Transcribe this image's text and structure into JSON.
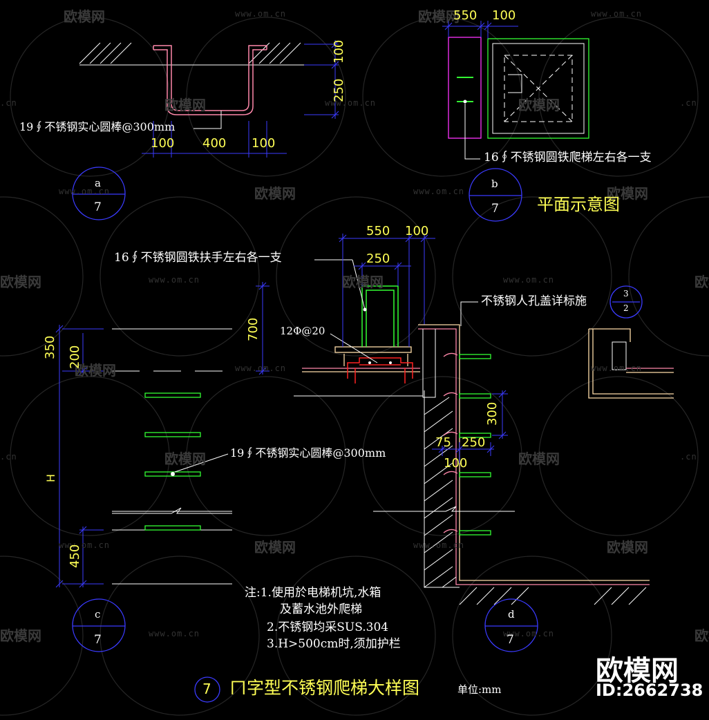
{
  "watermark": {
    "brand": "欧模网",
    "url": "www.om.cn",
    "url_fragment": ".cn",
    "brand_fragment": "欧模网"
  },
  "logo": {
    "brand": "欧模网",
    "id": "ID:2662738"
  },
  "detail_a": {
    "dims_top": [
      "100",
      "250"
    ],
    "dims_bottom": [
      "100",
      "400",
      "100"
    ],
    "label": "19∮不锈钢实心圆棒@300mm",
    "bubble_letter": "a",
    "bubble_num": "7"
  },
  "detail_b": {
    "dims_top": [
      "550",
      "100"
    ],
    "label": "16∮不锈钢圆铁爬梯左右各一支",
    "bubble_letter": "b",
    "bubble_num": "7",
    "title": "平面示意图"
  },
  "detail_c": {
    "dims_top": [
      "550",
      "100",
      "250"
    ],
    "handrail_label": "16∮不锈钢圆铁扶手左右各一支",
    "rebar_label": "12Φ@20",
    "rung_label": "19∮不锈钢实心圆棒@300mm",
    "dims_left": [
      "350",
      "200",
      "H",
      "450"
    ],
    "dim_700": "700",
    "bubble_letter": "c",
    "bubble_num": "7"
  },
  "detail_d": {
    "cover_label": "不锈钢人孔盖详标施",
    "cover_bubble_top": "3",
    "cover_bubble_bottom": "2",
    "dims": [
      "300",
      "75",
      "250",
      "100"
    ],
    "bubble_letter": "d",
    "bubble_num": "7"
  },
  "notes": {
    "line1": "注:1.使用於电梯机坑,水箱",
    "line1b": "及蓄水池外爬梯",
    "line2": "2.不锈钢均采SUS.304",
    "line3": "3.H>500cm时,须加护栏"
  },
  "main_title": {
    "number": "7",
    "text": "ㄇ字型不锈钢爬梯大样图",
    "unit": "单位:mm"
  },
  "colors": {
    "background": "#000000",
    "dim_line": "#3b3bff",
    "dim_text": "#ffff55",
    "rung": "#33ff33",
    "pink": "#ff88aa",
    "red": "#ff2222",
    "cream": "#ffddaa",
    "magenta": "#ff33ff",
    "white": "#ffffff"
  }
}
